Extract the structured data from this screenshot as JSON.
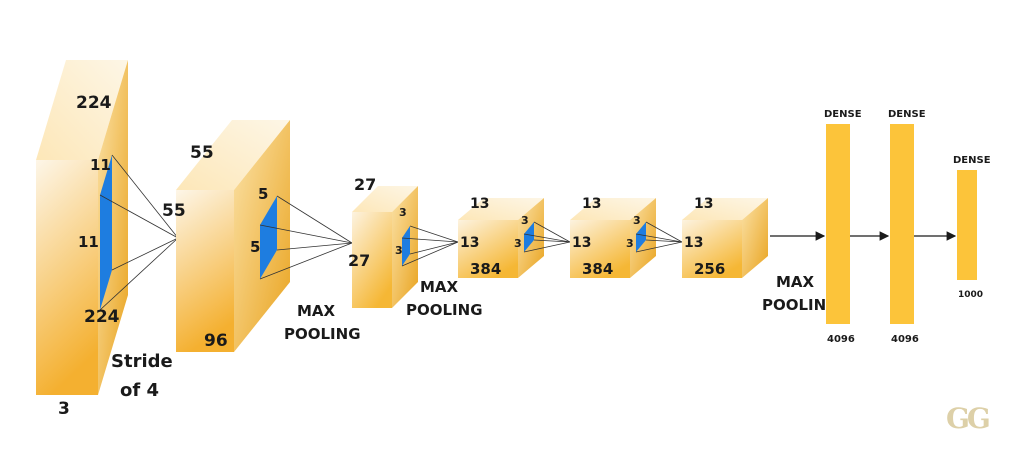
{
  "colors": {
    "block_light": "#fdf3e0",
    "block_dark": "#f5b735",
    "block_side_light": "#fbe4b0",
    "block_side_dark": "#e9a520",
    "block_top": "#fdebc4",
    "kernel": "#1e7de0",
    "dense": "#fcc43a",
    "logo": "#d9c9a0"
  },
  "input_layer": {
    "width_label": "224",
    "height_label": "224",
    "depth_label": "3",
    "kernel_h_label": "11",
    "kernel_w_label": "11",
    "stride_label_line1": "Stride",
    "stride_label_line2": "of 4"
  },
  "conv1": {
    "size_label": "55",
    "side_label": "55",
    "depth_label": "96",
    "kernel_h_label": "5",
    "kernel_w_label": "5",
    "pool_label_line1": "MAX",
    "pool_label_line2": "POOLING"
  },
  "conv2": {
    "size_label": "27",
    "side_label": "27",
    "kernel_h_label": "3",
    "kernel_w_label": "3",
    "pool_label_line1": "MAX",
    "pool_label_line2": "POOLING"
  },
  "conv3": {
    "top_label": "13",
    "side_label": "13",
    "depth_label": "384",
    "kernel_h_label": "3",
    "kernel_w_label": "3"
  },
  "conv4": {
    "top_label": "13",
    "side_label": "13",
    "depth_label": "384",
    "kernel_h_label": "3",
    "kernel_w_label": "3"
  },
  "conv5": {
    "top_label": "13",
    "side_label": "13",
    "depth_label": "256",
    "pool_label_line1": "MAX",
    "pool_label_line2": "POOLING"
  },
  "dense1": {
    "title": "DENSE",
    "units": "4096"
  },
  "dense2": {
    "title": "DENSE",
    "units": "4096"
  },
  "dense3": {
    "title": "DENSE",
    "units": "1000"
  },
  "logo_text": "GG"
}
